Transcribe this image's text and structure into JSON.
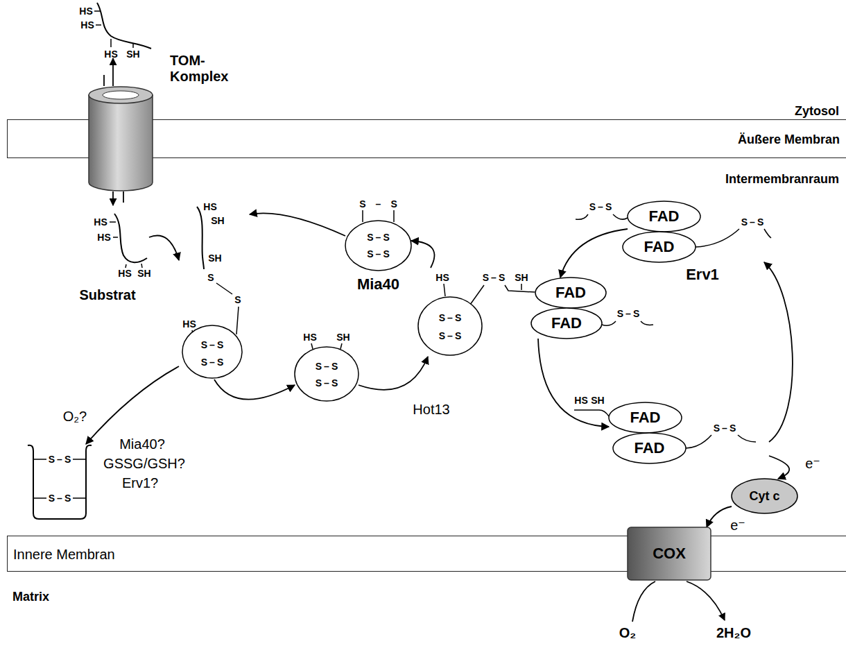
{
  "diagram": {
    "nodes": [
      {
        "text": [
          "TOM-Komplex"
        ]
      },
      {
        "text": [
          "S–S",
          "S–S",
          "S–S",
          "Mia40"
        ]
      },
      {
        "text": [
          "S–S",
          "FAD"
        ]
      },
      {
        "text": [
          "FAD",
          "S–S",
          "Erv1"
        ]
      },
      {
        "text": [
          "Äußere Membran"
        ]
      },
      {
        "text": [
          "HS",
          "HS",
          "HS",
          "SH",
          "Substrat"
        ]
      },
      {
        "text": [
          "HS",
          "S–S",
          "S–S"
        ]
      },
      {
        "text": [
          "S–S",
          "SH",
          "FAD"
        ]
      },
      {
        "text": [
          "FAD",
          "S–S"
        ]
      },
      {
        "text": [
          "HS",
          "SH",
          "SH",
          "S",
          "S",
          "HS",
          "S–S",
          "S–S"
        ]
      },
      {
        "text": [
          "HS",
          "SH",
          "S–S",
          "S–S"
        ]
      },
      {
        "text": [
          "HS",
          "SH",
          "FAD"
        ]
      },
      {
        "text": [
          "FAD",
          "S–S"
        ]
      },
      {
        "text": [
          "Cyt c"
        ]
      },
      {
        "text": [
          "S–S",
          "S–S"
        ]
      },
      {
        "text": [
          "Innere Membran"
        ]
      },
      {
        "text": [
          "COX"
        ]
      }
    ],
    "edges": [
      {
        "from": 5,
        "to": 9,
        "arrow": "to"
      },
      {
        "from": 1,
        "to": 9,
        "arrow": "to"
      },
      {
        "from": 9,
        "to": 10,
        "arrow": "to"
      },
      {
        "from": 10,
        "to": 6,
        "label": "Hot13",
        "arrow": "to"
      },
      {
        "from": 6,
        "to": 1,
        "arrow": "to"
      },
      {
        "from": 2,
        "to": 7,
        "arrow": "to"
      },
      {
        "from": 8,
        "to": 11,
        "arrow": "to"
      },
      {
        "from": 12,
        "to": 3,
        "arrow": "to"
      },
      {
        "from": 12,
        "to": 13,
        "label": "e⁻",
        "arrow": "to"
      },
      {
        "from": 13,
        "to": 16,
        "label": "e⁻",
        "arrow": "to"
      },
      {
        "from": 9,
        "to": 14,
        "arrow": "to"
      }
    ],
    "labels": [
      "HS",
      "HS",
      "HS",
      "SH",
      "Zytosol",
      "Intermembranraum",
      "O₂?",
      "Mia40?",
      "GSSG/GSH?",
      "Erv1?",
      "Matrix",
      "O₂",
      "2H₂O"
    ]
  }
}
